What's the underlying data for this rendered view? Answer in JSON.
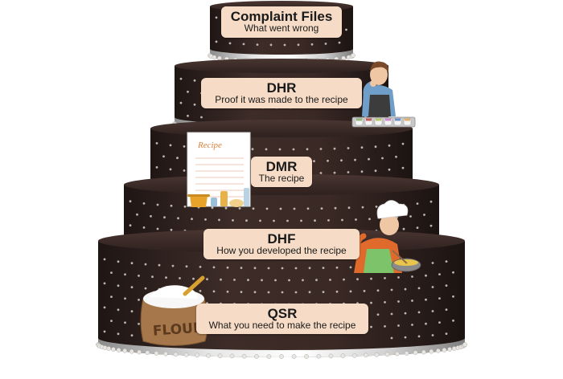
{
  "colors": {
    "chocolate": "#3b2a26",
    "chocolate_dark": "#1f1614",
    "silver_ribbon": "#c7c7c7",
    "pearl": "#e9e6e2",
    "label_bg": "#f6dcc6",
    "recipe_title": "#d9813a"
  },
  "tiers": [
    {
      "id": "complaint-files",
      "title": "Complaint Files",
      "subtitle": "What went wrong"
    },
    {
      "id": "dhr",
      "title": "DHR",
      "subtitle": "Proof it was made to the recipe"
    },
    {
      "id": "dmr",
      "title": "DMR",
      "subtitle": "The recipe"
    },
    {
      "id": "dhf",
      "title": "DHF",
      "subtitle": "How you developed the recipe"
    },
    {
      "id": "qsr",
      "title": "QSR",
      "subtitle": "What you need to make the recipe"
    }
  ],
  "decorations": {
    "recipe_card_title": "Recipe",
    "flour_sack_text": "FLOUR",
    "icons": [
      "inspector-figure-icon",
      "recipe-card-icon",
      "chef-figure-icon",
      "flour-sack-icon"
    ]
  }
}
